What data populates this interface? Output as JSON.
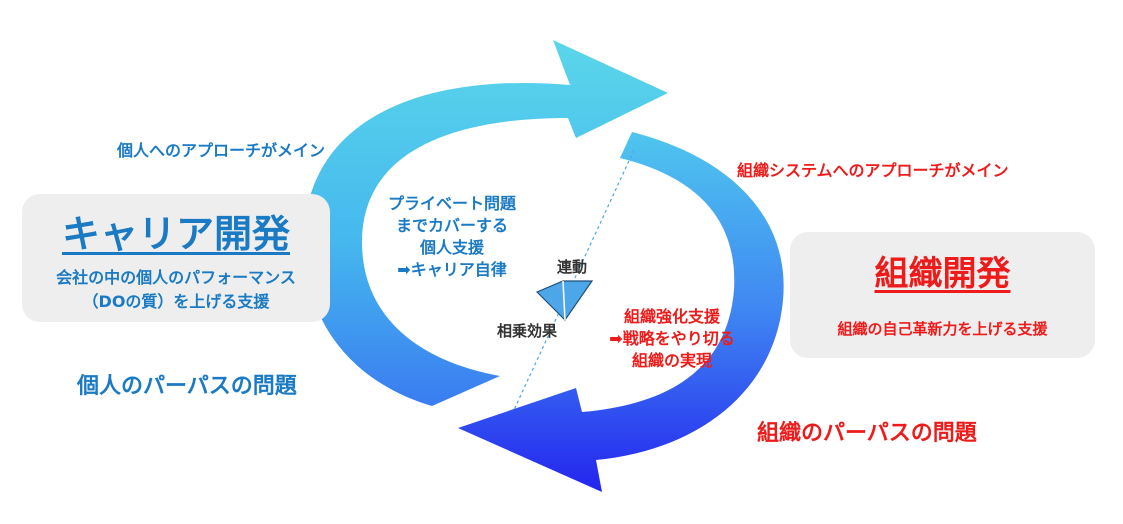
{
  "top_left_label": "個人へのアプローチがメイン",
  "top_right_label": "組織システムへのアプローチがメイン",
  "career": {
    "title": "キャリア開発",
    "line1": "会社の中の個人のパフォーマンス",
    "line2": "（DOの質）を上げる支援"
  },
  "org": {
    "title": "組織開発",
    "subtitle": "組織の自己革新力を上げる支援"
  },
  "inner_left": {
    "line1": "プライベート問題",
    "line2": "までカバーする",
    "line3": "個人支援",
    "line4": "➡キャリア自律"
  },
  "inner_right": {
    "line1": "組織強化支援",
    "line2": "➡戦略をやり切る",
    "line3": "組織の実現"
  },
  "link_label": "連動",
  "synergy_label": "相乗効果",
  "bottom_left_label": "個人のパーパスの問題",
  "bottom_right_label": "組織のパーパスの問題",
  "colors": {
    "blue_text": "#1a7ac4",
    "red_text": "#ee1b1b",
    "cyan": "#55d6ea",
    "deep_blue": "#2222ee",
    "diamond": "#4da6e8"
  }
}
